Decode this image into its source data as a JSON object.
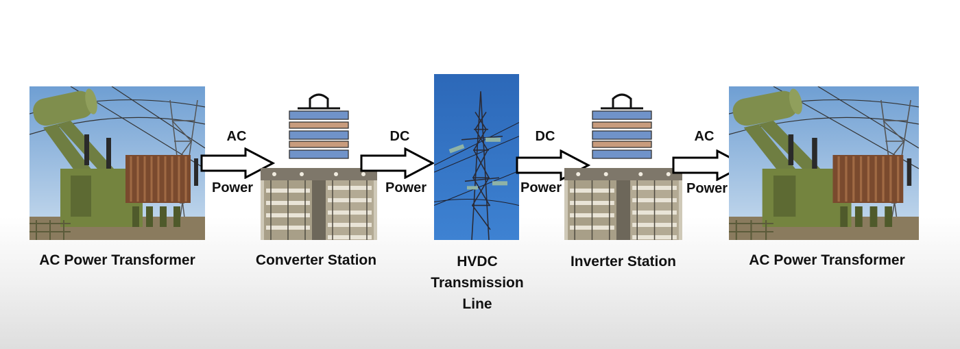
{
  "diagram": {
    "nodes": [
      {
        "id": "ac-transformer-left",
        "label": "AC Power Transformer"
      },
      {
        "id": "converter-station",
        "label": "Converter Station"
      },
      {
        "id": "hvdc-line",
        "label_lines": [
          "HVDC",
          "Transmission",
          "Line"
        ]
      },
      {
        "id": "inverter-station",
        "label": "Inverter Station"
      },
      {
        "id": "ac-transformer-right",
        "label": "AC Power Transformer"
      }
    ],
    "edges": [
      {
        "from": "ac-transformer-left",
        "to": "converter-station",
        "top": "AC",
        "bottom": "Power"
      },
      {
        "from": "converter-station",
        "to": "hvdc-line",
        "top": "DC",
        "bottom": "Power"
      },
      {
        "from": "hvdc-line",
        "to": "inverter-station",
        "top": "DC",
        "bottom": "Power"
      },
      {
        "from": "inverter-station",
        "to": "ac-transformer-right",
        "top": "AC",
        "bottom": "Power"
      }
    ]
  },
  "colors": {
    "sky": "#8fb6de",
    "transformer_green": "#7c8c4c",
    "rust": "#8a5636",
    "tower_sky": "#2f6fc0",
    "symbol_blue": "#6f8fc6",
    "symbol_brown": "#c79a7a"
  }
}
